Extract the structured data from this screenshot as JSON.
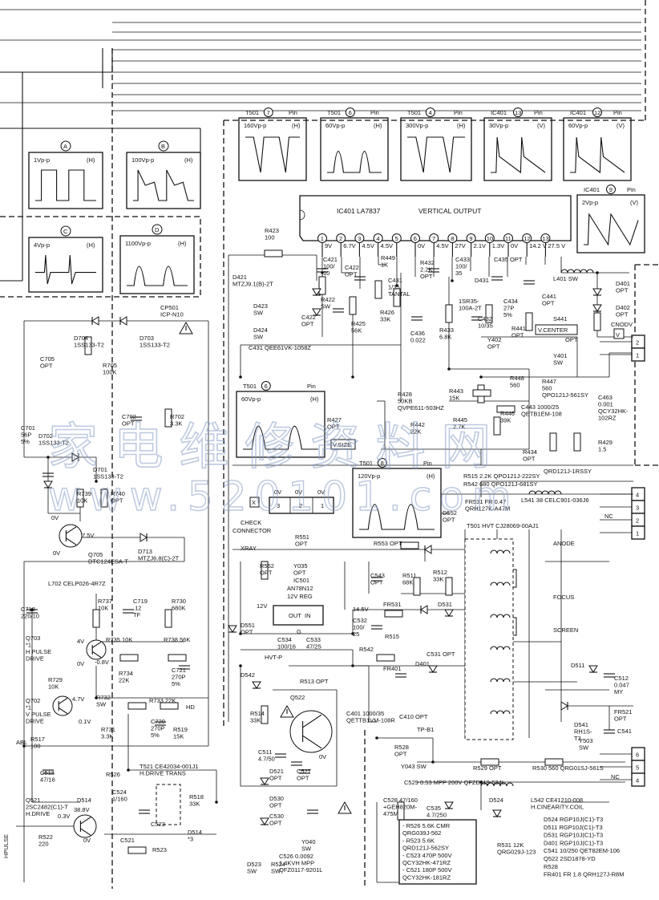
{
  "waveforms": [
    {
      "ref": "T501",
      "pin": "7",
      "suffix": "Pin",
      "amplitude": "160Vp-p",
      "scale": "(H)"
    },
    {
      "ref": "T501",
      "pin": "6",
      "suffix": "Pin",
      "amplitude": "60Vp-p",
      "scale": "(H)"
    },
    {
      "ref": "T501",
      "pin": "4",
      "suffix": "Pin",
      "amplitude": "300Vp-p",
      "scale": "(H)"
    },
    {
      "ref": "IC401",
      "pin": "13",
      "suffix": "Pin",
      "amplitude": "30Vp-p",
      "scale": "(V)"
    },
    {
      "ref": "IC401",
      "pin": "12",
      "suffix": "Pin",
      "amplitude": "60Vp-p",
      "scale": "(V)"
    },
    {
      "ref": "IC401",
      "pin": "9",
      "suffix": "Pin",
      "amplitude": "2Vp-p",
      "scale": "(V)"
    },
    {
      "ref": "T501",
      "pin": "6",
      "suffix": "Pin",
      "amplitude": "60Vp-p",
      "scale": "(H)"
    },
    {
      "ref": "T501",
      "pin": "8",
      "suffix": "Pin",
      "amplitude": "120Vp-p",
      "scale": "(H)"
    }
  ],
  "test_points": [
    {
      "letter": "A",
      "amplitude": "1Vp-p",
      "scale": "(H)"
    },
    {
      "letter": "B",
      "amplitude": "100Vp-p",
      "scale": "(H)"
    },
    {
      "letter": "C",
      "amplitude": "4Vp-p",
      "scale": "(H)"
    },
    {
      "letter": "D",
      "amplitude": "1100Vp-p",
      "scale": "(H)"
    }
  ],
  "ic401": {
    "name": "IC401  LA7837",
    "function": "VERTICAL  OUTPUT",
    "pins": [
      "1",
      "2",
      "3",
      "4",
      "5",
      "6",
      "7",
      "8",
      "9",
      "10",
      "11",
      "12",
      "13"
    ],
    "pin_voltages": [
      "9V",
      "6.7V",
      "4.5V",
      "4.5V",
      "0V",
      "4.5V",
      "27V",
      "2.1V",
      "1.3V",
      "0V",
      "14.2 V",
      "27.5 V"
    ]
  },
  "ic501": {
    "name": "IC501",
    "part": "AN78N12",
    "type": "12V REG",
    "in_label": "IN",
    "out_label": "OUT",
    "gnd_label": "G"
  },
  "labels": {
    "vsize": "V.SIZE",
    "vcenter": "V.CENTER",
    "check_connector": "CHECK CONNECTOR",
    "xray": "XRAY",
    "anode": "ANODE",
    "focus": "FOCUS",
    "screen": "SCREEN",
    "nc": "NC",
    "hpulse": "HPULSE",
    "abl": "ABL",
    "hd": "HD",
    "hvt_p": "HVT-P",
    "tp_b1": "TP-B1",
    "x_mark": "X",
    "v_mark": "V",
    "cnodv": "CNODV",
    "v12": "12V",
    "v14_5": "14.5V",
    "v0": "0V",
    "v7_5": "7.5V",
    "v4": "4V",
    "vm0_8": "-0.8V",
    "v4_7": "4.7V",
    "v0_1": "0.1V",
    "v0_3": "0.3V",
    "v38_8": "38.8V",
    "conn_0v": "0V",
    "conn_pins": [
      "3",
      "2",
      "1"
    ]
  },
  "right_connectors": [
    {
      "pins": [
        "2",
        "1"
      ]
    },
    {
      "pins": [
        "4",
        "3",
        "2",
        "1"
      ]
    },
    {
      "pins": [
        "6",
        "5",
        "4"
      ]
    }
  ],
  "components": {
    "r423": "R423\n100",
    "c421": "C421\n100/\n10",
    "d421": "D421\nMTZJ9.1(B)-2T",
    "d423": "D423\nSW",
    "d424": "D424\nSW",
    "c422a": "C422\nOPT",
    "c422b": "C422\nOPT",
    "r422": "R422\nSW",
    "r449": "R449\n1K",
    "r425": "R425\n56K",
    "r426": "R426\n33K",
    "c431a": "C431\n1/35\nTANTAL",
    "r432": "R432\n2.2K\nOPT",
    "c436": "C436\n0.022",
    "c431b": "C431  QEE61VK-1058Z",
    "c433": "C433\n100/\n35",
    "d431": "D431",
    "d431p": "1SR35-\n100A-2T",
    "c434": "C434\n27P\n5%",
    "c432": "C432\n10/35",
    "r433": "R433\n6.8K",
    "c435": "C435  OPT",
    "l401": "L401  SW",
    "d401": "D401\nOPT",
    "d402": "D402\nOPT",
    "c441": "C441\nOPT",
    "r441": "R441\nOPT",
    "s441": "S441",
    "s441opt": "OPT",
    "y402": "Y402\nOPT",
    "y401": "Y401\nSW",
    "r448": "R448\n560",
    "r447": "R447\n560\nQPO121J-561SY",
    "c463": "C463\n0.001\nQCY32HK-\n102RZ",
    "r428": "R428\n50KB\nQVPE611-503HZ",
    "r443": "R443\n15K",
    "r442": "R442\n22K",
    "r445": "R445\n2.7K",
    "r446": "R446\n39K",
    "c443": "C443  1000/25\nQETB1EM-108",
    "r429": "R429\n1.5",
    "r434": "R434\nOPT",
    "r427": "R427\nOPT",
    "r515": "R515  2.2K  QPO121J-222SY",
    "r542": "R542  680  QPO121J-681SY",
    "qrd": "QRD121J-1RSSY",
    "fr531": "FR531  FR 0.47\nQRH127K-A47M",
    "l541": "L541  38  CELC901-036J6",
    "d552": "D552\nOPT",
    "t501": "T501  HVT  CJ28069-00AJ1",
    "cp501": "CP501\nICP-N10",
    "d704": "D704\n1SS133-T2",
    "d703": "D703\n1SS133-T2",
    "r705": "R705\n100K",
    "c705": "C705\nOPT",
    "c702": "C702\nOPT",
    "r702": "R702\n3.3K",
    "c701": "C701\n56P\n5%",
    "d702": "D702\n1SS133-T2",
    "d701": "D701\n1SS133-T2",
    "r739": "R739\n10K",
    "r740": "R740\nOPT",
    "q705": "Q705\nDTC124ESA-T",
    "d713": "D713\nMTZJ6.8(C)-2T",
    "l702": "L702  CELP026-4R7Z",
    "c718": "C718\n220/10",
    "r737": "R737\n10K",
    "c719": "C719\n.12\nTF",
    "r730": "R730\n680K",
    "q703": "Q703\n*1\nH PULSE\nDRIVE",
    "r735": "R735  10K",
    "r738": "R738  56K",
    "r734": "R734\n22K",
    "c721": "C721\n270P\n5%",
    "r729": "R729\n10K",
    "q702": "Q702\n*1\nV PULSE\nDRIVE",
    "r732": "R732\nSW",
    "r733": "R733  22K",
    "r731": "R731\n3.3K",
    "c720": "C720\n270P\n5%",
    "r519": "R519\n15K",
    "r517": "R517\n100",
    "c513": "C513\n47/16",
    "t521": "T521  CE42034-001J1\nH.DRIVE TRANS",
    "r526": "R526",
    "c524": "C524\n1/160",
    "r518": "R518\n33K",
    "c523": "C523",
    "c521": "C521",
    "r523": "R523",
    "d514": "D514\n*3",
    "q521": "Q521\n2SC2482(C1)-T\nH.DRIVE",
    "r522": "R522\n220",
    "d514b": "D514",
    "r551": "R551\nOPT",
    "r552": "R552\nOPT",
    "y035": "Y035\nOPT",
    "d551": "D551\nOPT",
    "c534": "C534\n100/16",
    "c533": "C533\n47/25",
    "c532": "C532\n100/\n25",
    "r553": "R553  OPT",
    "c543": "C543\nOPT",
    "r511": "R511\n68K",
    "r512": "R512\n33K",
    "fr531b": "FR531",
    "d531": "D531",
    "r515b": "R515",
    "r542b": "R542",
    "c531": "C531  OPT",
    "fr401": "FR401",
    "d401b": "D401",
    "d542": "D542",
    "r513": "R513  OPT",
    "r514": "R514\n33K",
    "q522": "Q522",
    "c401": "C401  1000/35\nQETTB1VM-108R",
    "c410": "C410  OPT",
    "c511": "C511\n4.7/50",
    "d521": "D521\nOPT",
    "c527": "C527\nOPT",
    "d530": "D530\nOPT",
    "c530": "C530\nOPT",
    "y040": "Y040\nSW",
    "c526": "C526  0.0092\n1.4KVH  MPP\nQFZ0117-9201L",
    "d523": "D523\nSW",
    "r524": "R524\nSW",
    "r528": "R528\nOPT",
    "y043": "Y043  SW",
    "c529": "C529  0.53  MPP  200V  QFZD119-534L",
    "r529": "R529  OPT",
    "r530": "R530  560  QRG01SJ-561S",
    "c528": "C528  47/160\n+GEH820M-\n475M",
    "c535": "C535\n4.7/250",
    "d524": "D524",
    "r531": "R531  12K\nQRG029J-123",
    "l542": "L542  CE41210-008\nH.CINEARITY.COIL",
    "d511": "D511",
    "c512": "C512\n0.047\nMY",
    "fr521": "FR521\nOPT",
    "d541": "D541\nRH1S-\nT3",
    "y503": "Y503\nSW",
    "c541": "C541"
  },
  "parts_list_box": [
    "- R526  5.6K  CMR",
    "  QRG039J-562",
    "- R523  5.6K",
    "  QRD121J-562SY",
    "- C523  470P  500V",
    "  QCY32HK-471RZ",
    "- C521  180P  500V",
    "  QCY32HK-181RZ"
  ],
  "parts_list_right": [
    "D524  RGP10J(C1)-T3",
    "D511  RGP10J(C1)-T3",
    "D531  RGP10J(C1)-T3",
    "D401  RGP10J(C1)-T3",
    "C541  10/250  QET82EM-106",
    "Q522  2SD1878-YD",
    "R528",
    "FR401  FR 1.8  QRH127J-R8M"
  ],
  "watermark": {
    "line1": "家 电 维 修 资 料 网",
    "line2": "www.520101.com"
  }
}
